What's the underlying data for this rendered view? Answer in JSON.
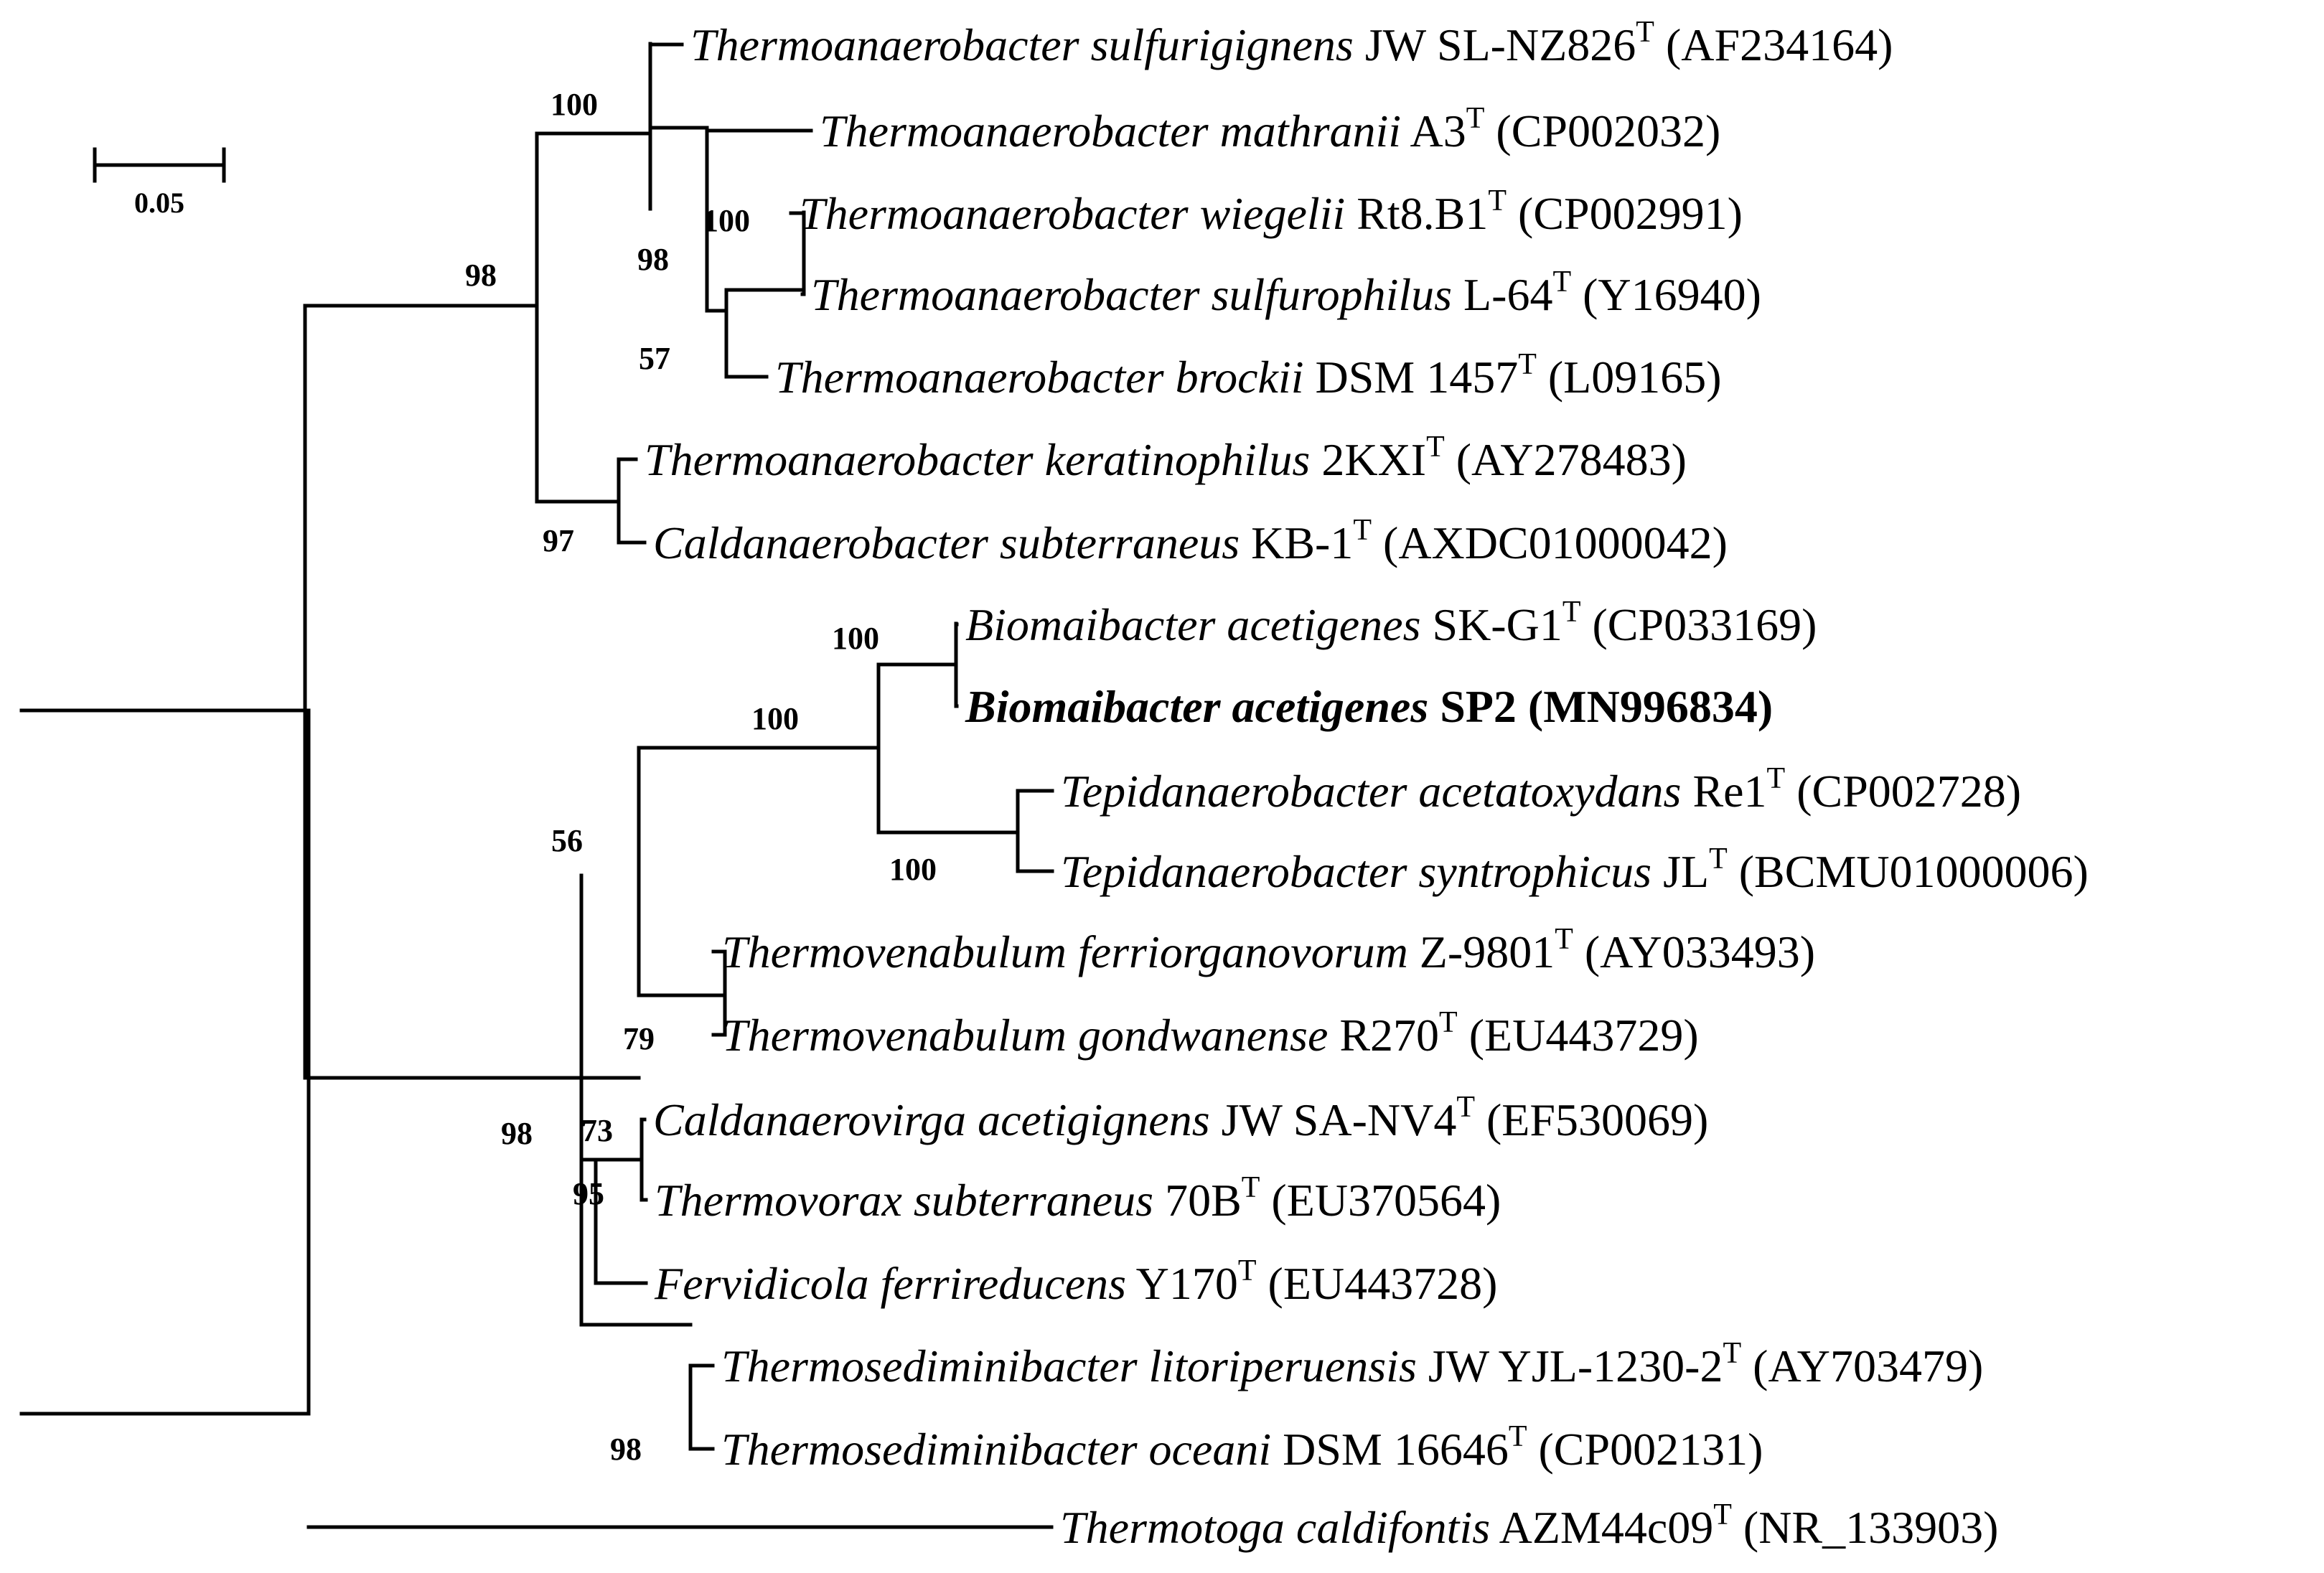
{
  "scale_bar": {
    "label": "0.05"
  },
  "taxa": [
    {
      "genus_species": "Thermoanaerobacter sulfurigignens",
      "strain": "JW SL-NZ826",
      "type_strain": true,
      "accession": "(AF234164)"
    },
    {
      "genus_species": "Thermoanaerobacter mathranii",
      "strain": "A3",
      "type_strain": true,
      "accession": "(CP002032)"
    },
    {
      "genus_species": "Thermoanaerobacter wiegelii",
      "strain": "Rt8.B1",
      "type_strain": true,
      "accession": "(CP002991)"
    },
    {
      "genus_species": "Thermoanaerobacter sulfurophilus",
      "strain": "L-64",
      "type_strain": true,
      "accession": "(Y16940)"
    },
    {
      "genus_species": "Thermoanaerobacter brockii",
      "strain": "DSM 1457",
      "type_strain": true,
      "accession": "(L09165)"
    },
    {
      "genus_species": "Thermoanaerobacter keratinophilus",
      "strain": "2KXI",
      "type_strain": true,
      "accession": "(AY278483)"
    },
    {
      "genus_species": "Caldanaerobacter subterraneus",
      "strain": "KB-1",
      "type_strain": true,
      "accession": "(AXDC01000042)"
    },
    {
      "genus_species": "Biomaibacter acetigenes",
      "strain": "SK-G1",
      "type_strain": true,
      "accession": "(CP033169)"
    },
    {
      "genus_species": "Biomaibacter acetigenes",
      "strain": "SP2",
      "type_strain": false,
      "accession": "(MN996834)",
      "highlight": true
    },
    {
      "genus_species": "Tepidanaerobacter acetatoxydans",
      "strain": "Re1",
      "type_strain": true,
      "accession": "(CP002728)"
    },
    {
      "genus_species": "Tepidanaerobacter syntrophicus",
      "strain": "JL",
      "type_strain": true,
      "accession": "(BCMU01000006)"
    },
    {
      "genus_species": "Thermovenabulum ferriorganovorum",
      "strain": "Z-9801",
      "type_strain": true,
      "accession": "(AY033493)"
    },
    {
      "genus_species": "Thermovenabulum gondwanense",
      "strain": "R270",
      "type_strain": true,
      "accession": "(EU443729)"
    },
    {
      "genus_species": "Caldanaerovirga acetigignens",
      "strain": "JW SA-NV4",
      "type_strain": true,
      "accession": "(EF530069)"
    },
    {
      "genus_species": "Thermovorax subterraneus",
      "strain": "70B",
      "type_strain": true,
      "accession": "(EU370564)"
    },
    {
      "genus_species": "Fervidicola ferrireducens",
      "strain": "Y170",
      "type_strain": true,
      "accession": "(EU443728)"
    },
    {
      "genus_species": "Thermosediminibacter litoriperuensis",
      "strain": "JW YJL-1230-2",
      "type_strain": true,
      "accession": "(AY703479)"
    },
    {
      "genus_species": "Thermosediminibacter oceani",
      "strain": "DSM 16646",
      "type_strain": true,
      "accession": "(CP002131)"
    },
    {
      "genus_species": "Thermotoga caldifontis",
      "strain": "AZM44c09",
      "type_strain": true,
      "accession": "(NR_133903)"
    }
  ],
  "type_strain_mark": "T",
  "bootstrap": [
    "100",
    "98",
    "100",
    "98",
    "57",
    "97",
    "100",
    "100",
    "56",
    "100",
    "79",
    "98",
    "73",
    "95",
    "98"
  ]
}
